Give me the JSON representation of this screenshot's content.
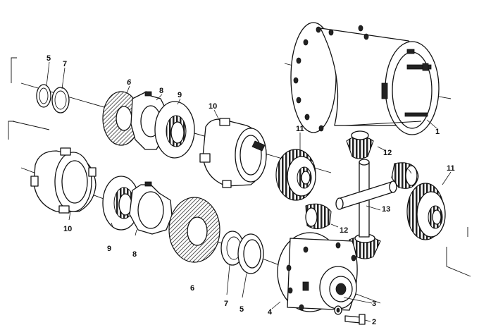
{
  "callouts": {
    "c1": "1",
    "c2": "2",
    "c3": "3",
    "c4": "4",
    "c5a": "5",
    "c5b": "5",
    "c6a": "6",
    "c6b": "6",
    "c7a": "7",
    "c7b": "7",
    "c8a": "8",
    "c8b": "8",
    "c9a": "9",
    "c9b": "9",
    "c10a": "10",
    "c10b": "10",
    "c11a": "11",
    "c11b": "11",
    "c12a": "12",
    "c12b": "12",
    "c13": "13"
  },
  "colors": {
    "ink": "#111111",
    "background": "#ffffff"
  }
}
